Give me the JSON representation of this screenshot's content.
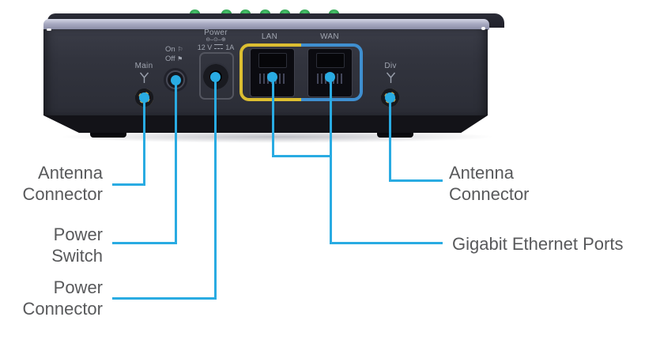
{
  "title": "Modem rear panel diagram",
  "device": {
    "led_count": 7,
    "led_color": "#2f9f4d",
    "main_antenna_label": "Main",
    "div_antenna_label": "Div",
    "switch_on_label": "On",
    "switch_off_label": "Off",
    "power_title": "Power",
    "power_polarity": "⊖–⊙–⊕",
    "power_rating_volts": "12 V",
    "power_rating_amps": "1A",
    "lan_label": "LAN",
    "wan_label": "WAN",
    "lan_outline_color": "#dcbe31",
    "wan_outline_color": "#3f8fd0"
  },
  "icons": {
    "flag_on": "⚐",
    "flag_off": "⚑"
  },
  "callouts": {
    "line_color": "#29abe2",
    "text_color": "#58595b",
    "antenna_left": {
      "line1": "Antenna",
      "line2": "Connector"
    },
    "power_switch": {
      "line1": "Power",
      "line2": "Switch"
    },
    "power_connector": {
      "line1": "Power",
      "line2": "Connector"
    },
    "antenna_right": {
      "line1": "Antenna",
      "line2": "Connector"
    },
    "gigabit_ethernet": {
      "label": "Gigabit Ethernet Ports"
    }
  }
}
